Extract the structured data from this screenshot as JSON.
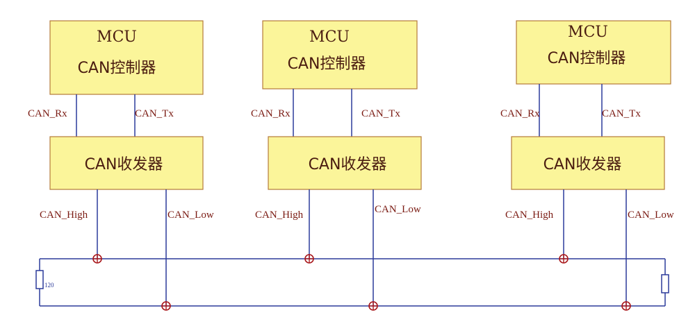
{
  "nodes": [
    {
      "mcu_line1": "MCU",
      "mcu_line2": "CAN控制器",
      "rx_label": "CAN_Rx",
      "tx_label": "CAN_Tx",
      "transceiver": "CAN收发器",
      "high_label": "CAN_High",
      "low_label": "CAN_Low"
    },
    {
      "mcu_line1": "MCU",
      "mcu_line2": "CAN控制器",
      "rx_label": "CAN_Rx",
      "tx_label": "CAN_Tx",
      "transceiver": "CAN收发器",
      "high_label": "CAN_High",
      "low_label": "CAN_Low"
    },
    {
      "mcu_line1": "MCU",
      "mcu_line2": "CAN控制器",
      "rx_label": "CAN_Rx",
      "tx_label": "CAN_Tx",
      "transceiver": "CAN收发器",
      "high_label": "CAN_High",
      "low_label": "CAN_Low"
    }
  ],
  "terminator_label": "120",
  "colors": {
    "box_fill": "#fbf59a",
    "box_border": "#b57a3a",
    "wire": "#2b3a9a",
    "junction": "#a8161a",
    "label_text": "#7a1a12"
  }
}
